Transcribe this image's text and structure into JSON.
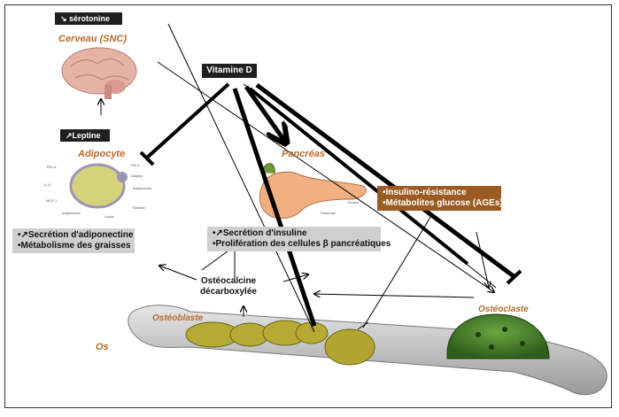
{
  "labels": {
    "serotonine": "↘ sérotonine",
    "cerveau": "Cerveau (SNC)",
    "leptine": "↗Leptine",
    "adipocyte": "Adipocyte",
    "vitamine_d": "Vitamine D",
    "pancreas": "Pancréas",
    "osteoblaste": "Ostéoblaste",
    "os": "Os",
    "osteoclaste": "Ostéoclaste",
    "osteocalcine_line1": "Ostéocalcine",
    "osteocalcine_line2": "décarboxylée"
  },
  "boxes": {
    "adipo_effects": [
      "•↗Secrétion d'adiponectine",
      "•Métabolisme des graisses"
    ],
    "insulin_effects": [
      "•↗Secrétion d'insuline",
      "•Prolifération des cellules β pancréatiques"
    ],
    "resistance": [
      "•Insulino-résistance",
      "•Métabolites glucose (AGEs)"
    ]
  },
  "adipocyte_labels": [
    "TNF-α",
    "IL-6",
    "MCP-1",
    "Angiotensin",
    "Leptin",
    "Resistin",
    "Adiponectin",
    "Adipsin",
    "PAI-1"
  ],
  "pancreas_labels": [
    "Pancreas",
    "Tumeur"
  ],
  "colors": {
    "italic_label": "#b76b2c",
    "dark_box": "#1f1f1f",
    "grey_box": "#cfcfcf",
    "brown_box": "#9c5b22"
  }
}
